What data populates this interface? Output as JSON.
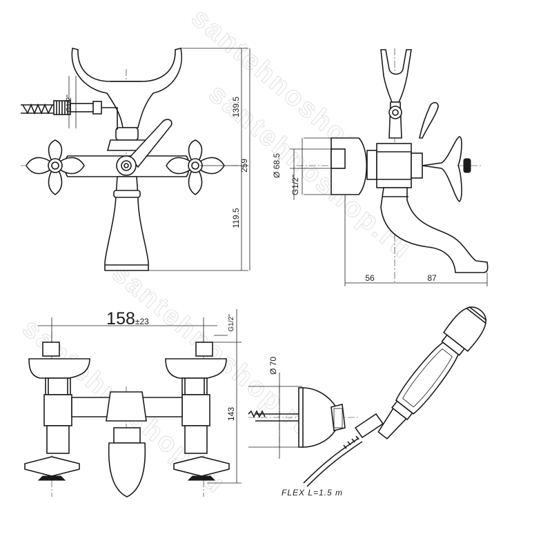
{
  "watermark": "santehnoshop.ru",
  "front_view": {
    "dim_total": "259",
    "dim_upper": "139.5",
    "dim_lower": "119.5",
    "thread": "G1/2\""
  },
  "side_view": {
    "dim_diameter": "Ø 68.5",
    "thread": "G1/2\"",
    "dim_left": "56",
    "dim_right": "87"
  },
  "top_view": {
    "dim_spacing_value": "158",
    "dim_spacing_tolerance": "±23",
    "thread": "G1/2\"",
    "dim_height": "143"
  },
  "holder_view": {
    "dim_diameter": "Ø 70",
    "hose_note": "FLEX L=1.5 m"
  }
}
